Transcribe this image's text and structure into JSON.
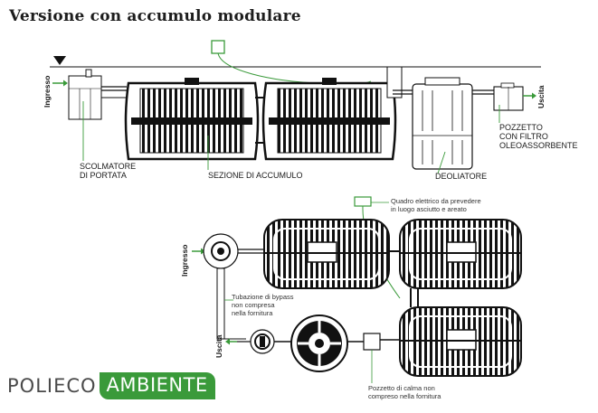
{
  "title": "Versione con accumulo modulare",
  "top": {
    "ingresso": "Ingresso",
    "uscita": "Uscita",
    "scolmatore": [
      "SCOLMATORE",
      "DI PORTATA"
    ],
    "sezione": "SEZIONE DI ACCUMULO",
    "deoliatore": "DEOLIATORE",
    "pozzetto": [
      "POZZETTO",
      "CON FILTRO",
      "OLEOASSORBENTE"
    ]
  },
  "bottom": {
    "ingresso": "Ingresso",
    "uscita": "Uscita",
    "quadro": [
      "Quadro elettrico da prevedere",
      "in luogo asciutto e areato"
    ],
    "bypass": [
      "Tubazione di bypass",
      "non compresa",
      "nella fornitura"
    ],
    "calma": [
      "Pozzetto di calma non",
      "compreso nella fornitura"
    ]
  },
  "logo": {
    "part1": "POLIECO",
    "part2": "AMBIENTE"
  },
  "colors": {
    "green": "#3a9a3a",
    "line": "#1a1a1a"
  }
}
